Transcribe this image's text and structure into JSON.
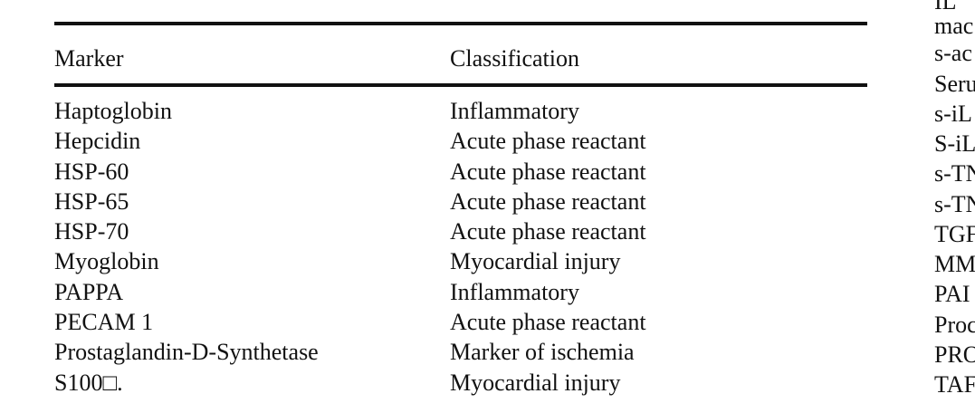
{
  "table": {
    "headers": {
      "marker": "Marker",
      "classification": "Classification"
    },
    "rows": [
      {
        "marker": "Haptoglobin",
        "classification": "Inflammatory"
      },
      {
        "marker": "Hepcidin",
        "classification": "Acute phase reactant"
      },
      {
        "marker": "HSP-60",
        "classification": "Acute phase reactant"
      },
      {
        "marker": "HSP-65",
        "classification": "Acute phase reactant"
      },
      {
        "marker": "HSP-70",
        "classification": "Acute phase reactant"
      },
      {
        "marker": "Myoglobin",
        "classification": "Myocardial injury"
      },
      {
        "marker": "PAPPA",
        "classification": "Inflammatory"
      },
      {
        "marker": "PECAM 1",
        "classification": "Acute phase reactant"
      },
      {
        "marker": "Prostaglandin-D-Synthetase",
        "classification": "Marker of ischemia"
      },
      {
        "marker": "S100□.",
        "classification": "Myocardial injury"
      }
    ]
  },
  "adjacent_column_cutoff": [
    "IL",
    "mac",
    "s-ac",
    "Seru",
    "s-iL",
    "S-iL",
    "s-TN",
    "s-TN",
    "TGF",
    "MM",
    "PAI",
    "Proc",
    "PRO",
    "TAF"
  ]
}
